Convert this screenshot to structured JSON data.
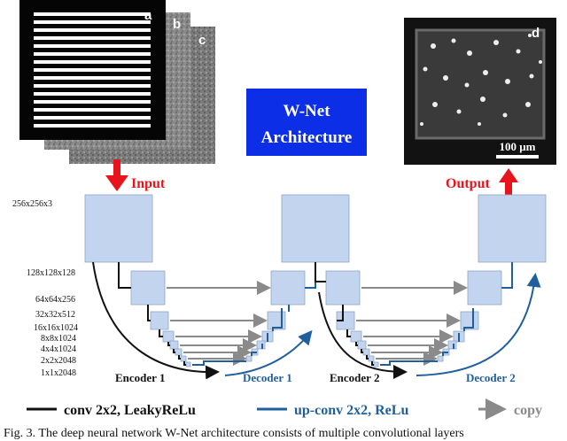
{
  "panel_labels": {
    "a": "a",
    "b": "b",
    "c": "c",
    "d": "d"
  },
  "title": {
    "line1": "W-Net",
    "line2": "Architecture"
  },
  "io": {
    "input": "Input",
    "output": "Output"
  },
  "scale_bar": "100 μm",
  "dims": [
    "256x256x3",
    "128x128x128",
    "64x64x256",
    "32x32x512",
    "16x16x1024",
    "8x8x1024",
    "4x4x1024",
    "2x2x2048",
    "1x1x2048"
  ],
  "stages": {
    "encoder1": "Encoder 1",
    "decoder1": "Decoder 1",
    "encoder2": "Encoder 2",
    "decoder2": "Decoder 2"
  },
  "legend": {
    "conv": "conv 2x2, LeakyReLu",
    "upconv": "up-conv 2x2, ReLu",
    "copy": "copy"
  },
  "caption": "Fig. 3. The deep neural network W-Net architecture consists of multiple convolutional layers",
  "colors": {
    "accent_red": "#e8141b",
    "title_blue": "#0b2ee6",
    "block": "#c2d4ee",
    "decoder_blue": "#1f5f9e",
    "copy_gray": "#8a8a8a"
  }
}
